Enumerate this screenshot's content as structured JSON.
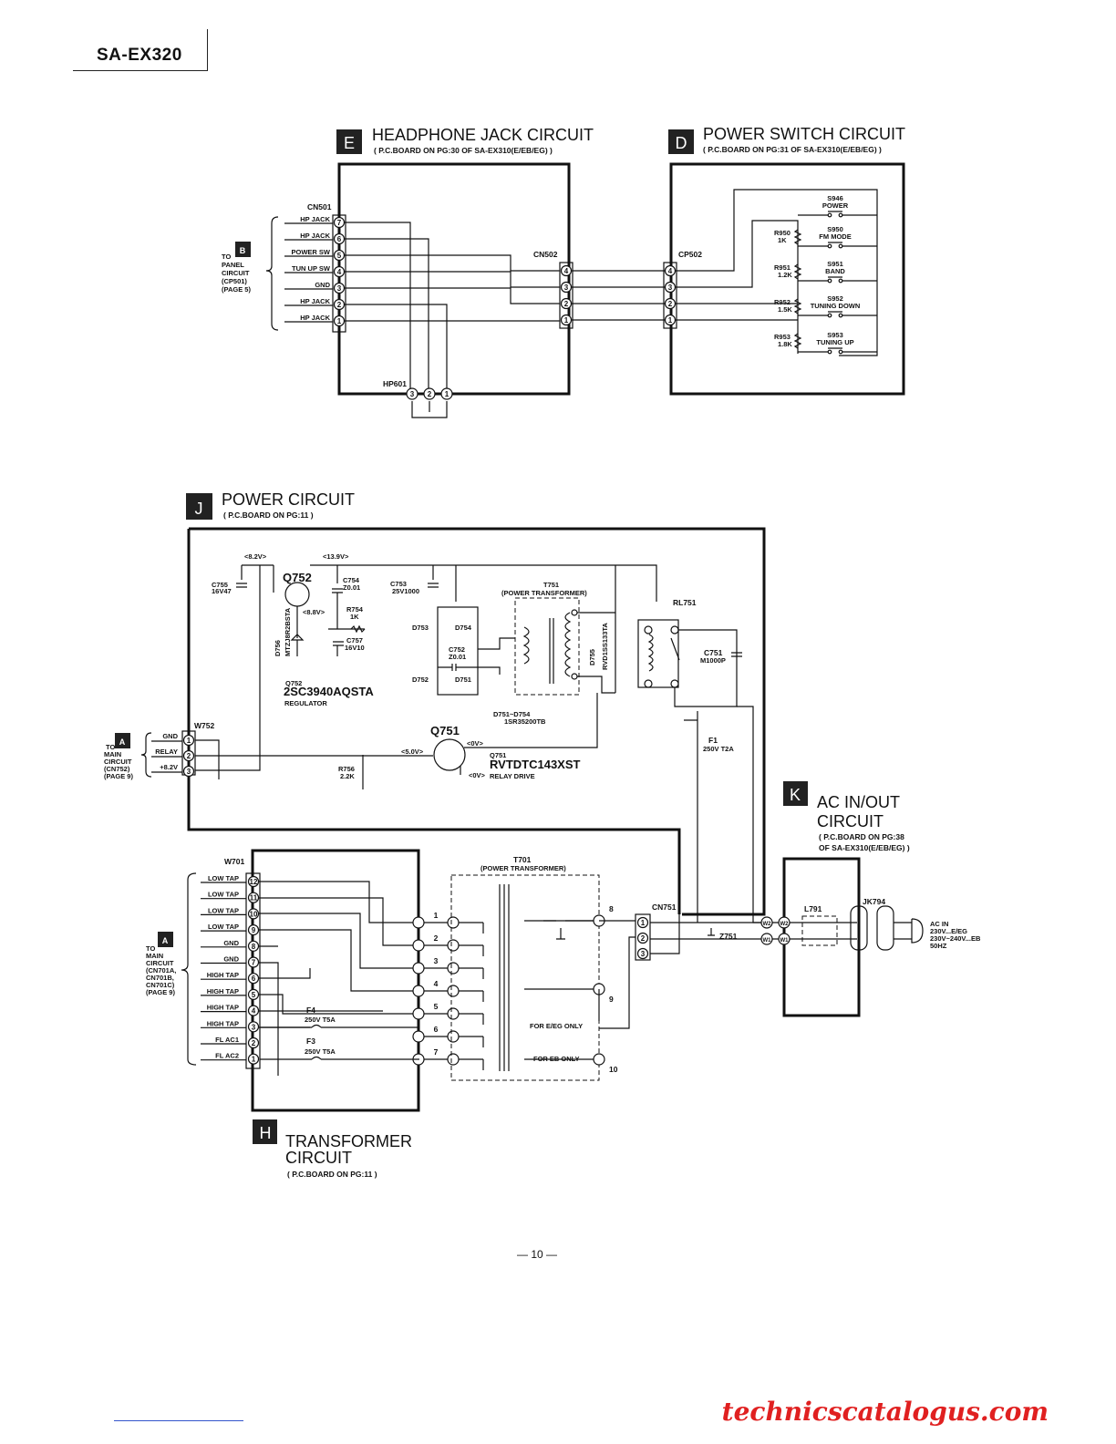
{
  "header": {
    "model": "SA-EX320"
  },
  "page_number": "— 10 —",
  "watermark": "technicscatalogus.com",
  "circuits": {
    "E": {
      "letter": "E",
      "title": "HEADPHONE JACK CIRCUIT",
      "subtitle": "( P.C.BOARD ON PG:30 OF SA-EX310(E/EB/EG) )"
    },
    "D": {
      "letter": "D",
      "title": "POWER SWITCH CIRCUIT",
      "subtitle": "( P.C.BOARD ON PG:31 OF SA-EX310(E/EB/EG) )"
    },
    "J": {
      "letter": "J",
      "title": "POWER CIRCUIT",
      "subtitle": "( P.C.BOARD ON PG:11 )"
    },
    "K": {
      "letter": "K",
      "title1": "AC IN/OUT",
      "title2": "CIRCUIT",
      "subtitle1": "( P.C.BOARD ON PG:38",
      "subtitle2": "OF SA-EX310(E/EB/EG) )"
    },
    "H": {
      "letter": "H",
      "title1": "TRANSFORMER",
      "title2": "CIRCUIT",
      "subtitle": "( P.C.BOARD ON PG:11 )"
    }
  },
  "headphone": {
    "connector": "CN501",
    "lines": [
      "HP JACK",
      "HP JACK",
      "POWER SW",
      "TUN UP SW",
      "GND",
      "HP JACK",
      "HP JACK"
    ],
    "pins": [
      "7",
      "6",
      "5",
      "4",
      "3",
      "2",
      "1"
    ],
    "to_label": {
      "letter": "B",
      "l1": "TO",
      "l2": "PANEL",
      "l3": "CIRCUIT",
      "l4": "(CP501)",
      "l5": "(PAGE 5)"
    },
    "cn502": "CN502",
    "cn502_pins": [
      "4",
      "3",
      "2",
      "1"
    ],
    "hp601": "HP601",
    "hp601_pins": [
      "3",
      "2",
      "1"
    ]
  },
  "power_switch": {
    "connector": "CP502",
    "pins": [
      "4",
      "3",
      "2",
      "1"
    ],
    "switches": [
      {
        "name": "S946",
        "label": "POWER"
      },
      {
        "name": "S950",
        "label": "FM MODE"
      },
      {
        "name": "S951",
        "label": "BAND"
      },
      {
        "name": "S952",
        "label": "TUNING DOWN"
      },
      {
        "name": "S953",
        "label": "TUNING UP"
      }
    ],
    "resistors": [
      {
        "name": "R950",
        "value": "1K"
      },
      {
        "name": "R951",
        "value": "1.2K"
      },
      {
        "name": "R952",
        "value": "1.5K"
      },
      {
        "name": "R953",
        "value": "1.8K"
      }
    ]
  },
  "power": {
    "v1": "<8.2V>",
    "v2": "<13.9V>",
    "v3": "<8.8V>",
    "v4": "<5.0V>",
    "v5": "<0V>",
    "v6": "<0V>",
    "c755": "C755",
    "c755v": "16V47",
    "q752": "Q752",
    "c754": "C754",
    "c754v": "Z0.01",
    "r754": "R754",
    "r754v": "1K",
    "c757": "C757",
    "c757v": "16V10",
    "c753": "C753",
    "c753v": "25V1000",
    "d756": "D756",
    "d756v": "MTZJ8R2BSTA",
    "q752_note": "Q752",
    "q752_part": "2SC3940AQSTA",
    "q752_role": "REGULATOR",
    "d753": "D753",
    "d754": "D754",
    "d752": "D752",
    "d751": "D751",
    "c752": "C752",
    "c752v": "Z0.01",
    "t751": "T751",
    "t751_note": "(POWER TRANSFORMER)",
    "d755": "D755",
    "d755v": "RVD1SS133TA",
    "rl751": "RL751",
    "c751": "C751",
    "c751v": "M1000P",
    "diodes_note": "D751~D754",
    "diodes_part": "1SR35200TB",
    "q751": "Q751",
    "q751_note": "Q751",
    "q751_part": "RVTDTC143XST",
    "q751_role": "RELAY DRIVE",
    "f1": "F1",
    "f1v": "250V T2A",
    "r756": "R756",
    "r756v": "2.2K",
    "w752": "W752",
    "lines": [
      "GND",
      "RELAY",
      "+8.2V"
    ],
    "pins": [
      "1",
      "2",
      "3"
    ],
    "to_label": {
      "letter": "A",
      "l1": "TO",
      "l2": "MAIN",
      "l3": "CIRCUIT",
      "l4": "(CN752)",
      "l5": "(PAGE 9)"
    }
  },
  "transformer": {
    "w701": "W701",
    "lines": [
      "LOW TAP",
      "LOW TAP",
      "LOW TAP",
      "LOW TAP",
      "GND",
      "GND",
      "HIGH TAP",
      "HIGH TAP",
      "HIGH TAP",
      "HIGH TAP",
      "FL AC1",
      "FL AC2"
    ],
    "pins": [
      "12",
      "11",
      "10",
      "9",
      "8",
      "7",
      "6",
      "5",
      "4",
      "3",
      "2",
      "1"
    ],
    "to_label": {
      "letter": "A",
      "l1": "TO",
      "l2": "MAIN",
      "l3": "CIRCUIT",
      "l4": "(CN701A,",
      "l5": "CN701B,",
      "l6": "CN701C)",
      "l7": "(PAGE 9)"
    },
    "taps": [
      "1",
      "2",
      "3",
      "4",
      "5",
      "6",
      "7"
    ],
    "sec_taps": [
      "8",
      "9",
      "10"
    ],
    "t701": "T701",
    "t701_note": "(POWER TRANSFORMER)",
    "f4": "F4",
    "f4v": "250V T5A",
    "f3": "F3",
    "f3v": "250V T5A",
    "for_eeg": "FOR E/EG ONLY",
    "for_eb": "FOR EB ONLY",
    "cn751": "CN751",
    "cn751_pins": [
      "1",
      "2",
      "3"
    ],
    "z751": "Z751"
  },
  "ac": {
    "w2": "W2",
    "w1": "W1",
    "l791": "L791",
    "jk794": "JK794",
    "ac_in": "AC IN",
    "v1": "230V...E/EG",
    "v2": "230V~240V...EB",
    "freq": "50HZ"
  }
}
